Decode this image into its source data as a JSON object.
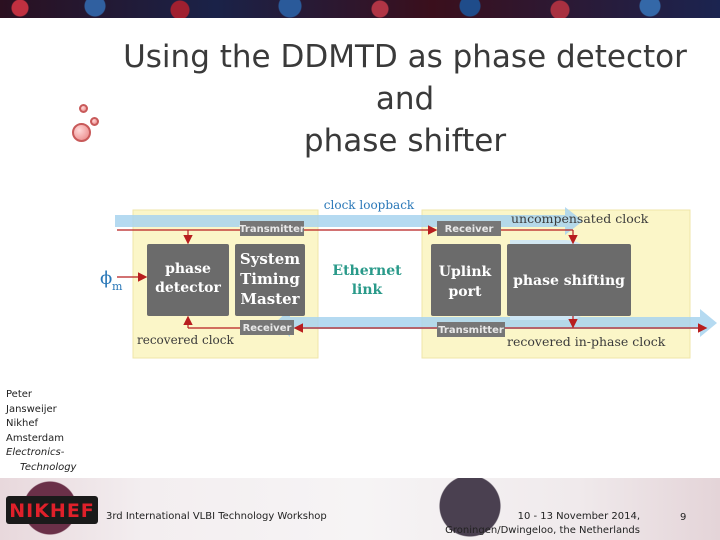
{
  "slide": {
    "title_line1": "Using the DDMTD as phase detector and",
    "title_line2": "phase shifter",
    "page_number": "9"
  },
  "diagram": {
    "top_loop_label": "clock loopback",
    "uncompensated_label": "uncompensated clock",
    "recovered_clock_label": "recovered clock",
    "recovered_inphase_label": "recovered in-phase clock",
    "phi_symbol": "ϕ",
    "phi_subscript": "m",
    "phase_detector_line1": "phase",
    "phase_detector_line2": "detector",
    "stm_line1": "System",
    "stm_line2": "Timing",
    "stm_line3": "Master",
    "ethernet_line1": "Ethernet",
    "ethernet_line2": "link",
    "uplink_line1": "Uplink",
    "uplink_line2": "port",
    "phase_shifting": "phase shifting",
    "transmitter_left": "Transmitter",
    "receiver_left": "Receiver",
    "receiver_right": "Receiver",
    "transmitter_right": "Transmitter",
    "colors": {
      "yellow_panel": "#fbf6c8",
      "blue_band": "#a8d4ef",
      "block_gray": "#6b6b6b",
      "arrow_red": "#b81e1e",
      "label_blue": "#2a78b8",
      "label_dark": "#3b3b3b"
    }
  },
  "author": {
    "line1": "Peter",
    "line2": "Jansweijer",
    "line3": "Nikhef",
    "line4": "Amsterdam",
    "line5": "Electronics-",
    "line6": "Technology"
  },
  "footer": {
    "logo": "NIKHEF",
    "workshop": "3rd International VLBI Technology Workshop",
    "date_line1": "10 - 13 November 2014,",
    "date_line2": "Groningen/Dwingeloo, the Netherlands"
  }
}
